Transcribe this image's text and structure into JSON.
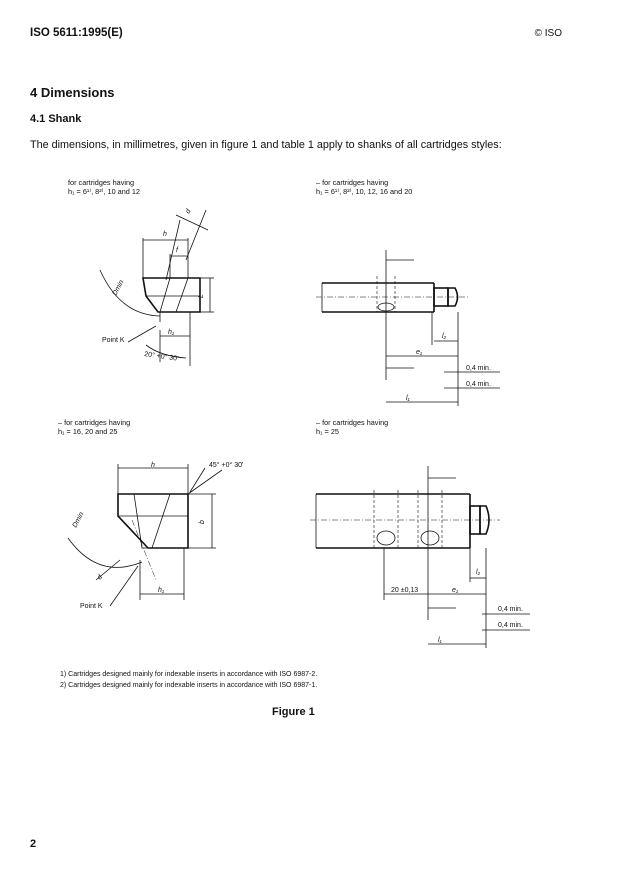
{
  "header": {
    "standard": "ISO 5611:1995(E)",
    "copyright": "© ISO"
  },
  "section": {
    "title": "4   Dimensions"
  },
  "subsection": {
    "title": "4.1   Shank"
  },
  "intro": "The dimensions, in millimetres, given in figure 1 and table 1 apply to shanks of all cartridges styles:",
  "captions": {
    "tl": [
      "for cartridges having",
      "h₁ = 6¹⁾, 8²⁾, 10 and 12"
    ],
    "tr": [
      "– for cartridges having",
      "h₁ = 6¹⁾, 8²⁾, 10, 12, 16 and 20"
    ],
    "bl": [
      "– for cartridges having",
      "h₁ = 16, 20 and 25"
    ],
    "br": [
      "– for cartridges having",
      "h₁ = 25"
    ]
  },
  "labels": {
    "h": "h",
    "d": "d",
    "f": "f",
    "L": "L",
    "b": "b",
    "dmin": "Dmin",
    "h1": "h₁",
    "point_k": "Point K",
    "angle_20": "20° +0° 30'",
    "angle_45": "45° +0° 30'",
    "l1": "l₁",
    "l2": "l₂",
    "e1": "e₁",
    "min04a": "0,4 min.",
    "min04b": "0,4 min.",
    "dist20": "20 ±0,13"
  },
  "footnotes": [
    "1)  Cartridges designed mainly for indexable inserts in accordance with ISO 6987-2.",
    "2)  Cartridges designed mainly for indexable inserts in accordance with ISO 6987-1."
  ],
  "figure": {
    "label": "Figure 1"
  },
  "page": {
    "number": "2"
  }
}
